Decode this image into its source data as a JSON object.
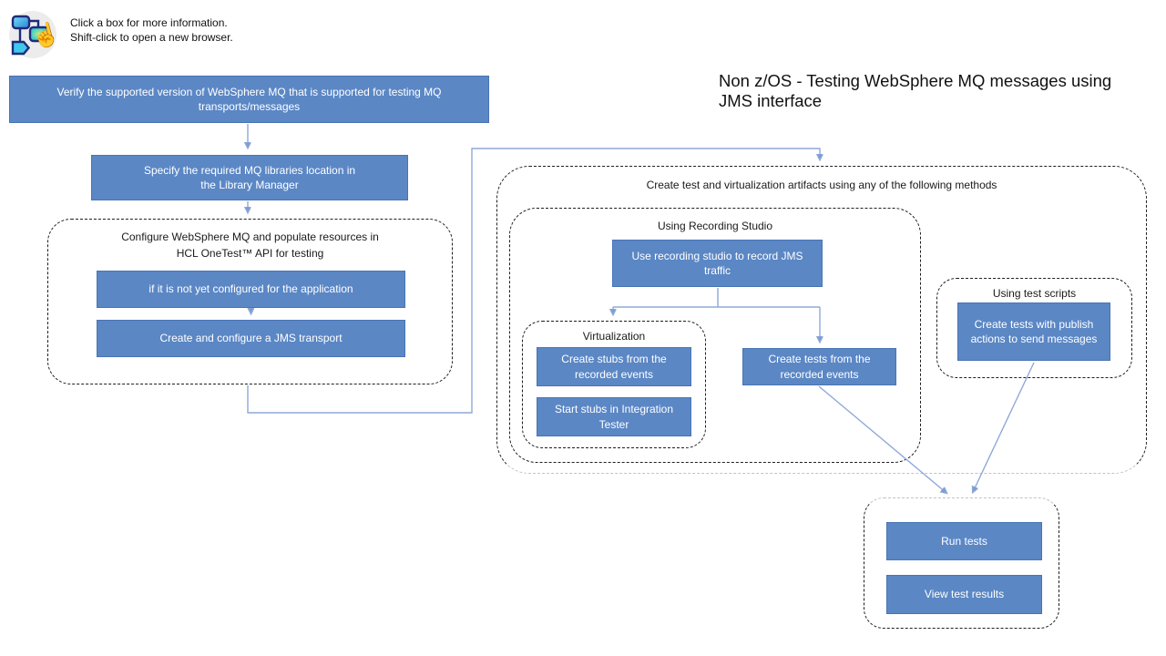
{
  "title": "Non z/OS - Testing WebSphere MQ messages using\nJMS interface",
  "note": {
    "line1": "Click a box for more information.",
    "line2": "Shift-click to open a new browser."
  },
  "icons": {
    "legend_icon": "flowchart-click-icon",
    "hand_glyph": "☝"
  },
  "groups": {
    "configure": {
      "title": "Configure WebSphere MQ and populate resources in\nHCL OneTest™ API for testing"
    },
    "artifacts": {
      "title": "Create test and virtualization artifacts using any of the following methods"
    },
    "recording": {
      "title": "Using Recording Studio"
    },
    "virtualization": {
      "title": "Virtualization"
    },
    "scripts": {
      "title": "Using test scripts"
    }
  },
  "boxes": {
    "verify": "Verify the supported version of WebSphere MQ that is supported for testing MQ\ntransports/messages",
    "specify": "Specify the required MQ libraries location in\nthe Library Manager",
    "not_configured": "if it is not yet configured for the application",
    "jms_transport": "Create and configure a JMS transport",
    "record_traffic": "Use recording studio to record JMS\ntraffic",
    "create_stubs": "Create stubs from the\nrecorded events",
    "start_stubs": "Start stubs in Integration\nTester",
    "create_tests_recorded": "Create tests from the\nrecorded events",
    "create_tests_publish": "Create tests with publish\nactions to send messages",
    "run_tests": "Run tests",
    "view_results": "View test results"
  },
  "colors": {
    "box_fill": "#5b87c5",
    "box_border": "#4874b4",
    "connector": "#8fa9d8",
    "arrowhead": "#7b9ccf",
    "dashed": "#1f1f1f",
    "dashed_light": "#c3c3c3"
  }
}
